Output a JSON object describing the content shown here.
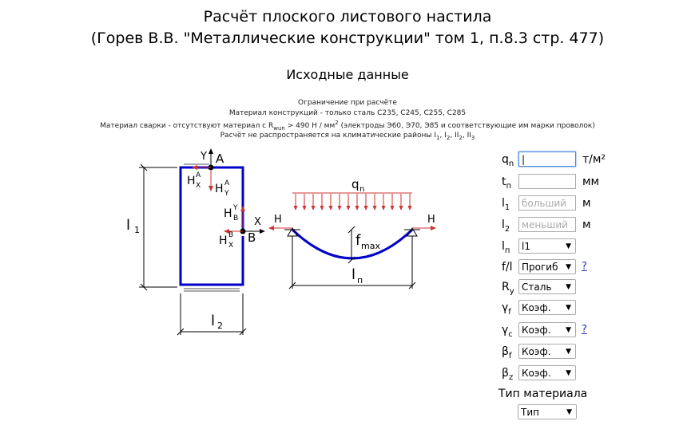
{
  "header": {
    "title_line1": "Расчёт плоского листового настила",
    "title_line2": "(Горев В.В. \"Металлические конструкции\" том 1, п.8.3 стр. 477)",
    "section": "Исходные данные"
  },
  "notes": {
    "line1": "Ограничение при расчёте",
    "line2": "Материал конструкций - только сталь С235, С245, С255, С285",
    "line3_a": "Материал сварки - отсутствуют материал с R",
    "line3_sub": "wun",
    "line3_b": " > 490 Н / мм",
    "line3_sup": "2",
    "line3_c": " (электроды Э60, Э70, Э85 и соответствующие им марки проволок)",
    "line4": "Расчёт не распространяется на климатические районы I",
    "line4_s1": "1",
    "line4_s2": "2",
    "line4_s3": "2",
    "line4_s4": "3"
  },
  "diagram": {
    "label_Y": "Y",
    "label_A": "A",
    "label_X": "X",
    "label_B": "B",
    "label_l1": "l",
    "label_l1_sub": "1",
    "label_l2": "l",
    "label_l2_sub": "2",
    "label_H": "H",
    "label_HxA": "H",
    "label_qn": "q",
    "label_qn_sub": "n",
    "label_fmax": "f",
    "label_fmax_sub": "max",
    "label_ln": "l",
    "label_ln_sub": "п"
  },
  "form": {
    "qn": {
      "label": "q",
      "sub": "n",
      "value": "",
      "unit": "т/м²"
    },
    "tn": {
      "label": "t",
      "sub": "п",
      "value": "",
      "unit": "мм"
    },
    "l1": {
      "label": "l",
      "sub": "1",
      "placeholder": "больший",
      "unit": "м"
    },
    "l2": {
      "label": "l",
      "sub": "2",
      "placeholder": "меньший",
      "unit": "м"
    },
    "ln": {
      "label": "l",
      "sub": "п",
      "selected": "l1"
    },
    "fl": {
      "label": "f/l",
      "selected": "Прогиб",
      "help": "?"
    },
    "ry": {
      "label": "R",
      "sub": "y",
      "selected": "Сталь"
    },
    "gf": {
      "label": "γ",
      "sub": "f",
      "selected": "Коэф."
    },
    "gc": {
      "label": "γ",
      "sub": "c",
      "selected": "Коэф.",
      "help": "?"
    },
    "bf": {
      "label": "β",
      "sub": "f",
      "selected": "Коэф."
    },
    "bz": {
      "label": "β",
      "sub": "z",
      "selected": "Коэф."
    },
    "material": {
      "label": "Тип материала",
      "selected": "Тип"
    }
  },
  "colors": {
    "structure": "#0000cc",
    "force": "#cc3333",
    "dim": "#000000"
  }
}
